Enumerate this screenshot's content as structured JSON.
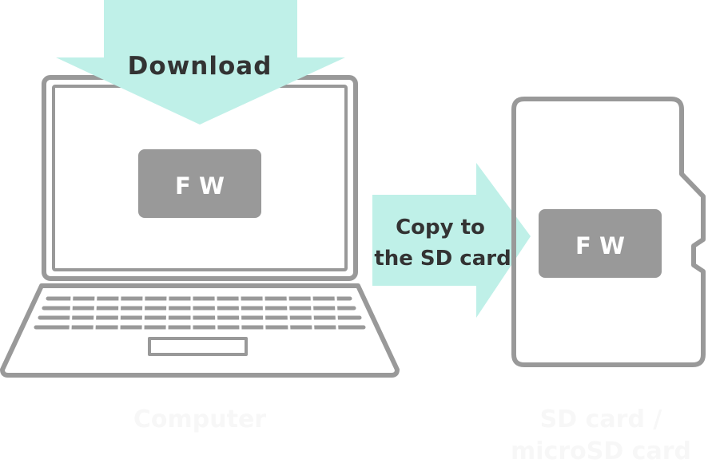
{
  "steps": {
    "download_label": "Download",
    "copy_label_line1": "Copy to",
    "copy_label_line2": "the SD card"
  },
  "computer": {
    "file_label": "F W",
    "caption": "Computer"
  },
  "sd_card": {
    "file_label": "F W",
    "caption_line1": "SD card /",
    "caption_line2": "microSD card"
  },
  "colors": {
    "arrow_fill": "#bff0e8",
    "outline": "#999999",
    "file_box": "#999999",
    "text_dark": "#333333",
    "caption_faint": "#f7f7f7"
  },
  "icons": [
    "laptop-icon",
    "sd-card-icon",
    "download-arrow-icon",
    "copy-arrow-icon"
  ]
}
